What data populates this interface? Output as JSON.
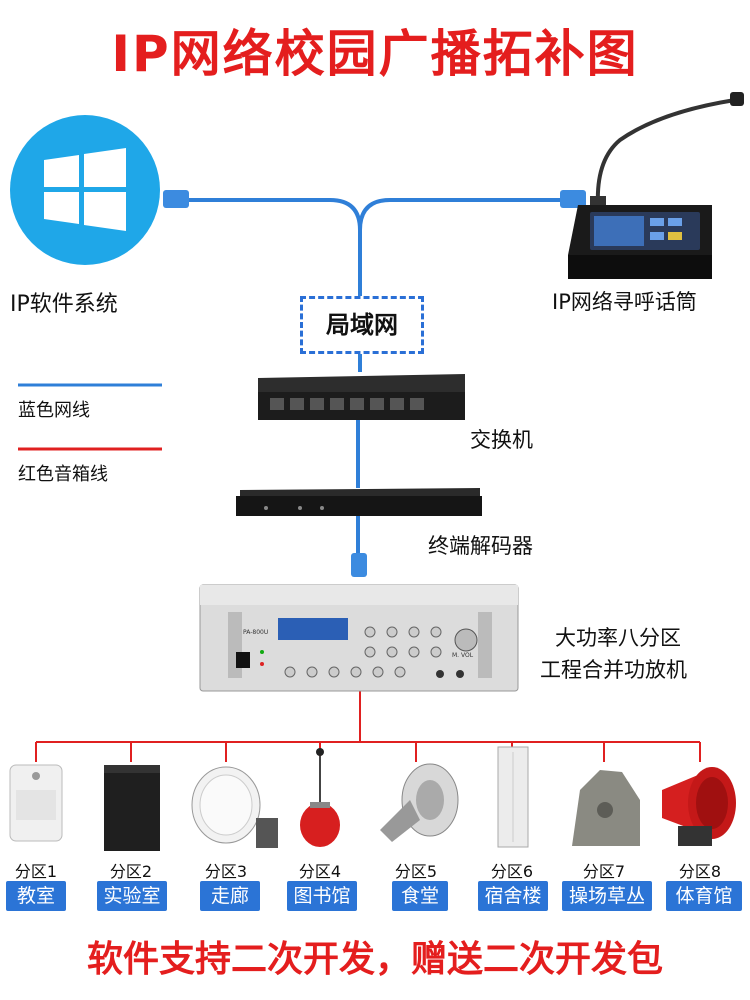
{
  "title": "IP网络校园广播拓补图",
  "footer": "软件支持二次开发，赠送二次开发包",
  "colors": {
    "title": "#e41e1e",
    "network_cable": "#2f7fd8",
    "speaker_cable": "#e02020",
    "zone_label_bg": "#2b74d6"
  },
  "nodes": {
    "software": "IP软件系统",
    "microphone": "IP网络寻呼话筒",
    "lan": "局域网",
    "switch": "交换机",
    "decoder": "终端解码器",
    "amplifier_line1": "大功率八分区",
    "amplifier_line2": "工程合并功放机",
    "amplifier_model": "PA-800U",
    "amplifier_vol": "M. VOL"
  },
  "legend": {
    "blue": "蓝色网线",
    "red": "红色音箱线"
  },
  "zones": [
    {
      "num": "分区1",
      "name": "教室",
      "icon": "wall-speaker-icon"
    },
    {
      "num": "分区2",
      "name": "实验室",
      "icon": "box-speaker-icon"
    },
    {
      "num": "分区3",
      "name": "走廊",
      "icon": "ceiling-speaker-icon"
    },
    {
      "num": "分区4",
      "name": "图书馆",
      "icon": "pendant-speaker-icon"
    },
    {
      "num": "分区5",
      "name": "食堂",
      "icon": "horn-speaker-icon"
    },
    {
      "num": "分区6",
      "name": "宿舍楼",
      "icon": "column-speaker-icon"
    },
    {
      "num": "分区7",
      "name": "操场草丛",
      "icon": "rock-speaker-icon"
    },
    {
      "num": "分区8",
      "name": "体育馆",
      "icon": "siren-horn-icon"
    }
  ]
}
